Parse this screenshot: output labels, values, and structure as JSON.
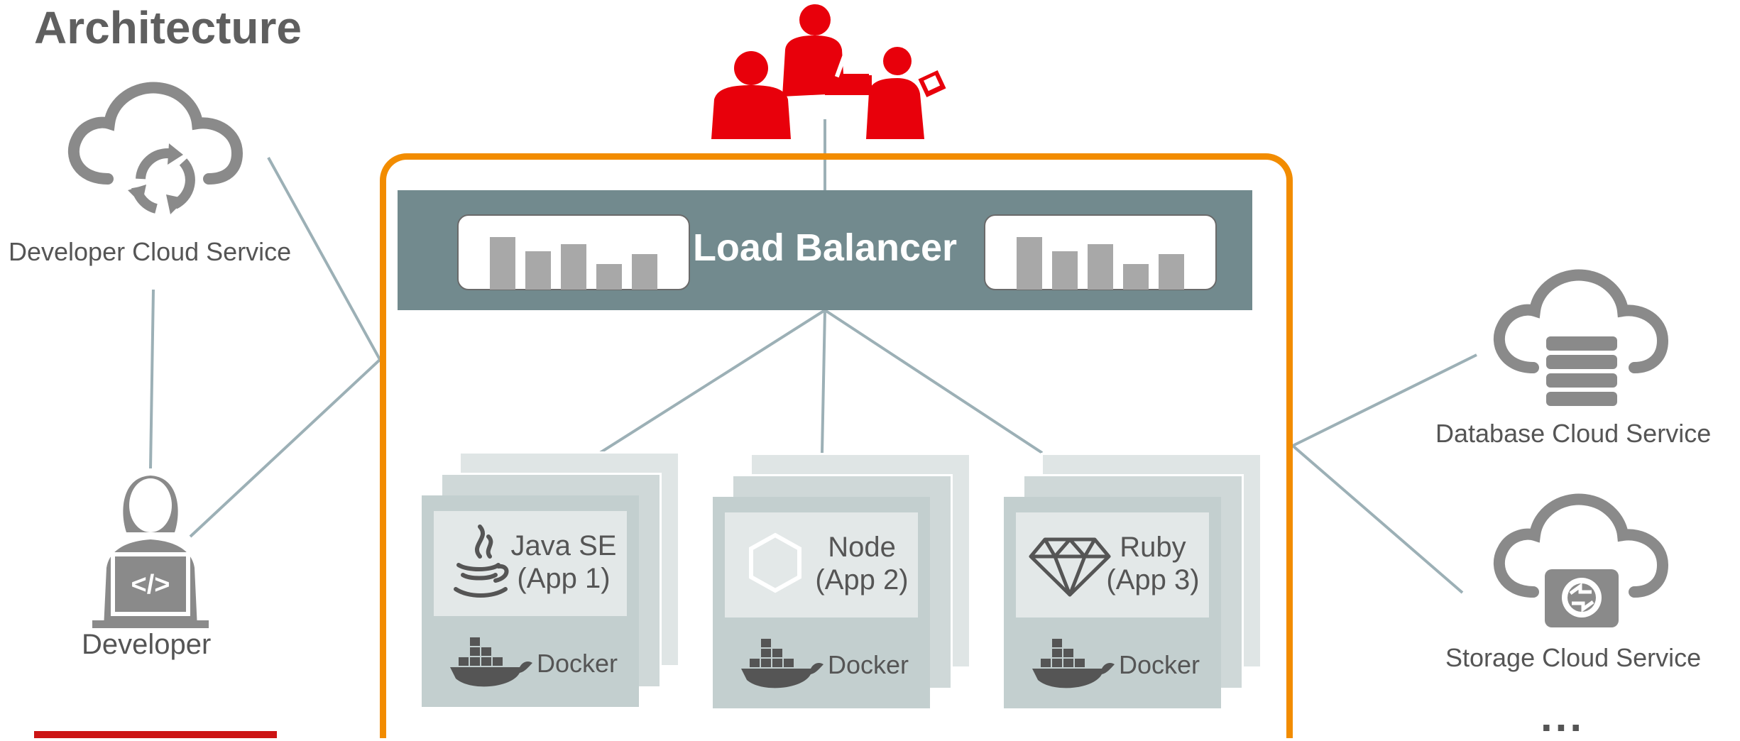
{
  "title": "Architecture",
  "developer_cloud": {
    "label": "Developer Cloud Service"
  },
  "developer": {
    "label": "Developer"
  },
  "load_balancer": {
    "label": "Load Balancer"
  },
  "apps": [
    {
      "name": "Java SE",
      "sub": "(App 1)",
      "docker": "Docker",
      "icon": "java-icon"
    },
    {
      "name": "Node",
      "sub": "(App 2)",
      "docker": "Docker",
      "icon": "node-icon"
    },
    {
      "name": "Ruby",
      "sub": "(App 3)",
      "docker": "Docker",
      "icon": "ruby-icon"
    }
  ],
  "services": [
    {
      "label": "Database Cloud Service",
      "icon": "database-cloud-icon"
    },
    {
      "label": "Storage Cloud Service",
      "icon": "storage-cloud-icon"
    }
  ],
  "more": "...",
  "colors": {
    "orange": "#f28c00",
    "lb": "#728a8e",
    "users": "#e8000b",
    "grey": "#8a8a8a",
    "red_bar": "#cc1414"
  }
}
